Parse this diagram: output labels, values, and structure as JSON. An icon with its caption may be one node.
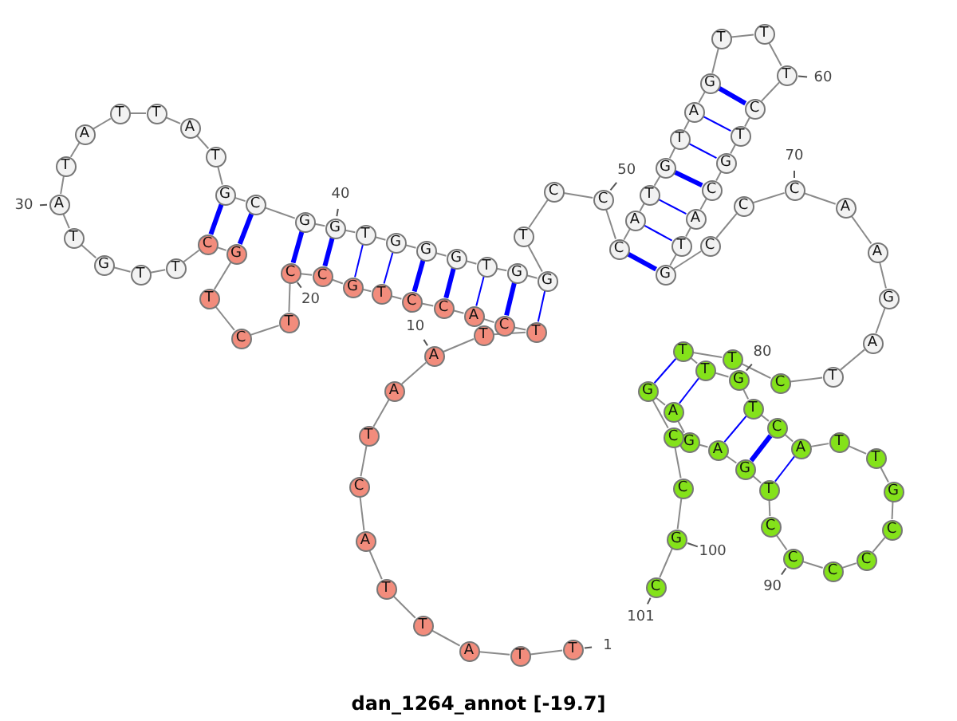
{
  "diagram": {
    "caption": "dan_1264_annot [-19.7]",
    "nodes": [
      {
        "text": [
          "T"
        ],
        "beside": [
          "1"
        ]
      },
      {
        "text": [
          "T"
        ]
      },
      {
        "text": [
          "A"
        ]
      },
      {
        "text": [
          "T"
        ]
      },
      {
        "text": [
          "T"
        ]
      },
      {
        "text": [
          "A"
        ]
      },
      {
        "text": [
          "C"
        ]
      },
      {
        "text": [
          "T"
        ]
      },
      {
        "text": [
          "A"
        ]
      },
      {
        "text": [
          "A"
        ],
        "beside": [
          "10"
        ]
      },
      {
        "text": [
          "T"
        ]
      },
      {
        "text": [
          "T"
        ]
      },
      {
        "text": [
          "C"
        ]
      },
      {
        "text": [
          "A"
        ]
      },
      {
        "text": [
          "C"
        ]
      },
      {
        "text": [
          "C"
        ]
      },
      {
        "text": [
          "T"
        ]
      },
      {
        "text": [
          "G"
        ]
      },
      {
        "text": [
          "C"
        ]
      },
      {
        "text": [
          "C"
        ],
        "beside": [
          "20"
        ]
      },
      {
        "text": [
          "T"
        ]
      },
      {
        "text": [
          "C"
        ]
      },
      {
        "text": [
          "T"
        ]
      },
      {
        "text": [
          "G"
        ]
      },
      {
        "text": [
          "C"
        ]
      },
      {
        "text": [
          "T"
        ]
      },
      {
        "text": [
          "T"
        ]
      },
      {
        "text": [
          "G"
        ]
      },
      {
        "text": [
          "T"
        ]
      },
      {
        "text": [
          "A"
        ],
        "beside": [
          "30"
        ]
      },
      {
        "text": [
          "T"
        ]
      },
      {
        "text": [
          "A"
        ]
      },
      {
        "text": [
          "T"
        ]
      },
      {
        "text": [
          "T"
        ]
      },
      {
        "text": [
          "A"
        ]
      },
      {
        "text": [
          "T"
        ]
      },
      {
        "text": [
          "G"
        ]
      },
      {
        "text": [
          "C"
        ]
      },
      {
        "text": [
          "G"
        ]
      },
      {
        "text": [
          "G"
        ],
        "beside": [
          "40"
        ]
      },
      {
        "text": [
          "T"
        ]
      },
      {
        "text": [
          "G"
        ]
      },
      {
        "text": [
          "G"
        ]
      },
      {
        "text": [
          "G"
        ]
      },
      {
        "text": [
          "T"
        ]
      },
      {
        "text": [
          "G"
        ]
      },
      {
        "text": [
          "G"
        ]
      },
      {
        "text": [
          "T"
        ]
      },
      {
        "text": [
          "C"
        ]
      },
      {
        "text": [
          "C"
        ],
        "beside": [
          "50"
        ]
      },
      {
        "text": [
          "C"
        ]
      },
      {
        "text": [
          "A"
        ]
      },
      {
        "text": [
          "T"
        ]
      },
      {
        "text": [
          "G"
        ]
      },
      {
        "text": [
          "T"
        ]
      },
      {
        "text": [
          "A"
        ]
      },
      {
        "text": [
          "G"
        ]
      },
      {
        "text": [
          "T"
        ]
      },
      {
        "text": [
          "T"
        ]
      },
      {
        "text": [
          "T"
        ],
        "beside": [
          "60"
        ]
      },
      {
        "text": [
          "C"
        ]
      },
      {
        "text": [
          "T"
        ]
      },
      {
        "text": [
          "G"
        ]
      },
      {
        "text": [
          "C"
        ]
      },
      {
        "text": [
          "A"
        ]
      },
      {
        "text": [
          "T"
        ]
      },
      {
        "text": [
          "G"
        ]
      },
      {
        "text": [
          "C"
        ]
      },
      {
        "text": [
          "C"
        ]
      },
      {
        "text": [
          "C"
        ],
        "beside": [
          "70"
        ]
      },
      {
        "text": [
          "A"
        ]
      },
      {
        "text": [
          "A"
        ]
      },
      {
        "text": [
          "G"
        ]
      },
      {
        "text": [
          "A"
        ]
      },
      {
        "text": [
          "T"
        ]
      },
      {
        "text": [
          "C"
        ]
      },
      {
        "text": [
          "T"
        ]
      },
      {
        "text": [
          "T"
        ]
      },
      {
        "text": [
          "T"
        ]
      },
      {
        "text": [
          "G"
        ],
        "beside": [
          "80"
        ]
      },
      {
        "text": [
          "T"
        ]
      },
      {
        "text": [
          "C"
        ]
      },
      {
        "text": [
          "A"
        ]
      },
      {
        "text": [
          "T"
        ]
      },
      {
        "text": [
          "T"
        ]
      },
      {
        "text": [
          "G"
        ]
      },
      {
        "text": [
          "C"
        ]
      },
      {
        "text": [
          "C"
        ]
      },
      {
        "text": [
          "C"
        ]
      },
      {
        "text": [
          "C"
        ],
        "beside": [
          "90"
        ]
      },
      {
        "text": [
          "C"
        ]
      },
      {
        "text": [
          "T"
        ]
      },
      {
        "text": [
          "G"
        ]
      },
      {
        "text": [
          "A"
        ]
      },
      {
        "text": [
          "G"
        ]
      },
      {
        "text": [
          "A"
        ]
      },
      {
        "text": [
          "G"
        ]
      },
      {
        "text": [
          "C"
        ]
      },
      {
        "text": [
          "C"
        ]
      },
      {
        "text": [
          "G"
        ],
        "beside": [
          "100"
        ]
      },
      {
        "text": [
          "C"
        ],
        "beside": [
          "101"
        ]
      }
    ],
    "edges": [
      {
        "from": 0,
        "to": 1,
        "arrow": "none"
      },
      {
        "from": 1,
        "to": 2,
        "arrow": "none"
      },
      {
        "from": 2,
        "to": 3,
        "arrow": "none"
      },
      {
        "from": 3,
        "to": 4,
        "arrow": "none"
      },
      {
        "from": 4,
        "to": 5,
        "arrow": "none"
      },
      {
        "from": 5,
        "to": 6,
        "arrow": "none"
      },
      {
        "from": 6,
        "to": 7,
        "arrow": "none"
      },
      {
        "from": 7,
        "to": 8,
        "arrow": "none"
      },
      {
        "from": 8,
        "to": 9,
        "arrow": "none"
      },
      {
        "from": 9,
        "to": 10,
        "arrow": "none"
      },
      {
        "from": 10,
        "to": 11,
        "arrow": "none"
      },
      {
        "from": 11,
        "to": 12,
        "arrow": "none"
      },
      {
        "from": 12,
        "to": 13,
        "arrow": "none"
      },
      {
        "from": 13,
        "to": 14,
        "arrow": "none"
      },
      {
        "from": 14,
        "to": 15,
        "arrow": "none"
      },
      {
        "from": 15,
        "to": 16,
        "arrow": "none"
      },
      {
        "from": 16,
        "to": 17,
        "arrow": "none"
      },
      {
        "from": 17,
        "to": 18,
        "arrow": "none"
      },
      {
        "from": 18,
        "to": 19,
        "arrow": "none"
      },
      {
        "from": 19,
        "to": 20,
        "arrow": "none"
      },
      {
        "from": 20,
        "to": 21,
        "arrow": "none"
      },
      {
        "from": 21,
        "to": 22,
        "arrow": "none"
      },
      {
        "from": 22,
        "to": 23,
        "arrow": "none"
      },
      {
        "from": 23,
        "to": 24,
        "arrow": "none"
      },
      {
        "from": 24,
        "to": 25,
        "arrow": "none"
      },
      {
        "from": 25,
        "to": 26,
        "arrow": "none"
      },
      {
        "from": 26,
        "to": 27,
        "arrow": "none"
      },
      {
        "from": 27,
        "to": 28,
        "arrow": "none"
      },
      {
        "from": 28,
        "to": 29,
        "arrow": "none"
      },
      {
        "from": 29,
        "to": 30,
        "arrow": "none"
      },
      {
        "from": 30,
        "to": 31,
        "arrow": "none"
      },
      {
        "from": 31,
        "to": 32,
        "arrow": "none"
      },
      {
        "from": 32,
        "to": 33,
        "arrow": "none"
      },
      {
        "from": 33,
        "to": 34,
        "arrow": "none"
      },
      {
        "from": 34,
        "to": 35,
        "arrow": "none"
      },
      {
        "from": 35,
        "to": 36,
        "arrow": "none"
      },
      {
        "from": 36,
        "to": 37,
        "arrow": "none"
      },
      {
        "from": 37,
        "to": 38,
        "arrow": "none"
      },
      {
        "from": 38,
        "to": 39,
        "arrow": "none"
      },
      {
        "from": 39,
        "to": 40,
        "arrow": "none"
      },
      {
        "from": 40,
        "to": 41,
        "arrow": "none"
      },
      {
        "from": 41,
        "to": 42,
        "arrow": "none"
      },
      {
        "from": 42,
        "to": 43,
        "arrow": "none"
      },
      {
        "from": 43,
        "to": 44,
        "arrow": "none"
      },
      {
        "from": 44,
        "to": 45,
        "arrow": "none"
      },
      {
        "from": 45,
        "to": 46,
        "arrow": "none"
      },
      {
        "from": 46,
        "to": 47,
        "arrow": "none"
      },
      {
        "from": 47,
        "to": 48,
        "arrow": "none"
      },
      {
        "from": 48,
        "to": 49,
        "arrow": "none"
      },
      {
        "from": 49,
        "to": 50,
        "arrow": "none"
      },
      {
        "from": 50,
        "to": 51,
        "arrow": "none"
      },
      {
        "from": 51,
        "to": 52,
        "arrow": "none"
      },
      {
        "from": 52,
        "to": 53,
        "arrow": "none"
      },
      {
        "from": 53,
        "to": 54,
        "arrow": "none"
      },
      {
        "from": 54,
        "to": 55,
        "arrow": "none"
      },
      {
        "from": 55,
        "to": 56,
        "arrow": "none"
      },
      {
        "from": 56,
        "to": 57,
        "arrow": "none"
      },
      {
        "from": 57,
        "to": 58,
        "arrow": "none"
      },
      {
        "from": 58,
        "to": 59,
        "arrow": "none"
      },
      {
        "from": 59,
        "to": 60,
        "arrow": "none"
      },
      {
        "from": 60,
        "to": 61,
        "arrow": "none"
      },
      {
        "from": 61,
        "to": 62,
        "arrow": "none"
      },
      {
        "from": 62,
        "to": 63,
        "arrow": "none"
      },
      {
        "from": 63,
        "to": 64,
        "arrow": "none"
      },
      {
        "from": 64,
        "to": 65,
        "arrow": "none"
      },
      {
        "from": 65,
        "to": 66,
        "arrow": "none"
      },
      {
        "from": 66,
        "to": 67,
        "arrow": "none"
      },
      {
        "from": 67,
        "to": 68,
        "arrow": "none"
      },
      {
        "from": 68,
        "to": 69,
        "arrow": "none"
      },
      {
        "from": 69,
        "to": 70,
        "arrow": "none"
      },
      {
        "from": 70,
        "to": 71,
        "arrow": "none"
      },
      {
        "from": 71,
        "to": 72,
        "arrow": "none"
      },
      {
        "from": 72,
        "to": 73,
        "arrow": "none"
      },
      {
        "from": 73,
        "to": 74,
        "arrow": "none"
      },
      {
        "from": 74,
        "to": 75,
        "arrow": "none"
      },
      {
        "from": 75,
        "to": 76,
        "arrow": "none"
      },
      {
        "from": 76,
        "to": 77,
        "arrow": "none"
      },
      {
        "from": 77,
        "to": 78,
        "arrow": "none"
      },
      {
        "from": 78,
        "to": 79,
        "arrow": "none"
      },
      {
        "from": 79,
        "to": 80,
        "arrow": "none"
      },
      {
        "from": 80,
        "to": 81,
        "arrow": "none"
      },
      {
        "from": 81,
        "to": 82,
        "arrow": "none"
      },
      {
        "from": 82,
        "to": 83,
        "arrow": "none"
      },
      {
        "from": 83,
        "to": 84,
        "arrow": "none"
      },
      {
        "from": 84,
        "to": 85,
        "arrow": "none"
      },
      {
        "from": 85,
        "to": 86,
        "arrow": "none"
      },
      {
        "from": 86,
        "to": 87,
        "arrow": "none"
      },
      {
        "from": 87,
        "to": 88,
        "arrow": "none"
      },
      {
        "from": 88,
        "to": 89,
        "arrow": "none"
      },
      {
        "from": 89,
        "to": 90,
        "arrow": "none"
      },
      {
        "from": 90,
        "to": 91,
        "arrow": "none"
      },
      {
        "from": 91,
        "to": 92,
        "arrow": "none"
      },
      {
        "from": 92,
        "to": 93,
        "arrow": "none"
      },
      {
        "from": 93,
        "to": 94,
        "arrow": "none"
      },
      {
        "from": 94,
        "to": 95,
        "arrow": "none"
      },
      {
        "from": 95,
        "to": 96,
        "arrow": "none"
      },
      {
        "from": 96,
        "to": 97,
        "arrow": "none"
      },
      {
        "from": 97,
        "to": 98,
        "arrow": "none"
      },
      {
        "from": 98,
        "to": 99,
        "arrow": "none"
      },
      {
        "from": 99,
        "to": 100,
        "arrow": "none"
      },
      {
        "from": 24,
        "to": 36,
        "arrow": "none",
        "style": "thick",
        "color": "#0000ff"
      },
      {
        "from": 23,
        "to": 37,
        "arrow": "none",
        "style": "thick",
        "color": "#0000ff"
      },
      {
        "from": 19,
        "to": 38,
        "arrow": "none",
        "style": "thick",
        "color": "#0000ff"
      },
      {
        "from": 18,
        "to": 39,
        "arrow": "none",
        "style": "thick",
        "color": "#0000ff"
      },
      {
        "from": 17,
        "to": 40,
        "arrow": "none",
        "color": "#0000ff"
      },
      {
        "from": 16,
        "to": 41,
        "arrow": "none",
        "color": "#0000ff"
      },
      {
        "from": 15,
        "to": 42,
        "arrow": "none",
        "style": "thick",
        "color": "#0000ff"
      },
      {
        "from": 14,
        "to": 43,
        "arrow": "none",
        "style": "thick",
        "color": "#0000ff"
      },
      {
        "from": 13,
        "to": 44,
        "arrow": "none",
        "color": "#0000ff"
      },
      {
        "from": 12,
        "to": 45,
        "arrow": "none",
        "style": "thick",
        "color": "#0000ff"
      },
      {
        "from": 11,
        "to": 46,
        "arrow": "none",
        "color": "#0000ff"
      },
      {
        "from": 50,
        "to": 66,
        "arrow": "none",
        "style": "thick",
        "color": "#0000ff"
      },
      {
        "from": 51,
        "to": 65,
        "arrow": "none",
        "color": "#0000ff"
      },
      {
        "from": 52,
        "to": 64,
        "arrow": "none",
        "color": "#0000ff"
      },
      {
        "from": 53,
        "to": 63,
        "arrow": "none",
        "style": "thick",
        "color": "#0000ff"
      },
      {
        "from": 54,
        "to": 62,
        "arrow": "none",
        "color": "#0000ff"
      },
      {
        "from": 55,
        "to": 61,
        "arrow": "none",
        "color": "#0000ff"
      },
      {
        "from": 56,
        "to": 60,
        "arrow": "none",
        "style": "thick",
        "color": "#0000ff"
      },
      {
        "from": 77,
        "to": 96,
        "arrow": "none",
        "color": "#0000ff"
      },
      {
        "from": 78,
        "to": 95,
        "arrow": "none",
        "color": "#0000ff"
      },
      {
        "from": 80,
        "to": 93,
        "arrow": "none",
        "color": "#0000ff"
      },
      {
        "from": 81,
        "to": 92,
        "arrow": "none",
        "style": "thick",
        "color": "#0000ff"
      },
      {
        "from": 82,
        "to": 91,
        "arrow": "none",
        "color": "#0000ff"
      }
    ]
  }
}
